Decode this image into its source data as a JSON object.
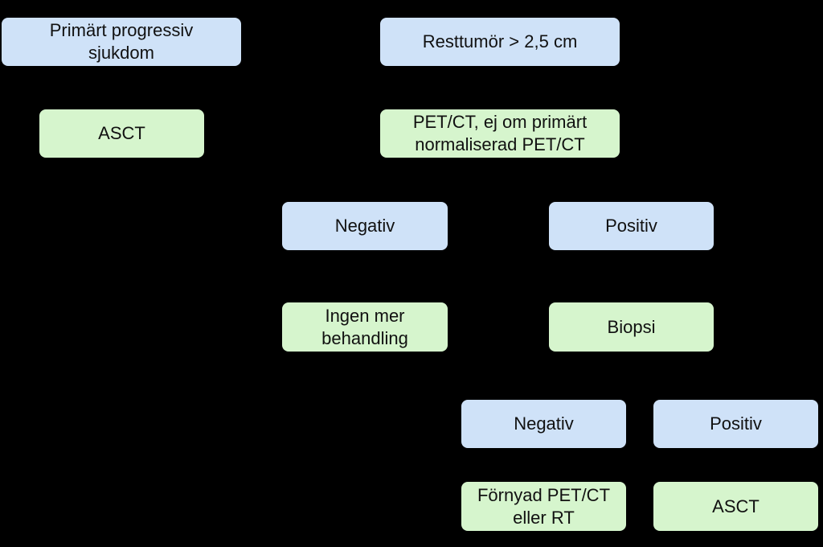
{
  "colors": {
    "background": "#000000",
    "condition_box": "#cfe2f8",
    "action_box": "#d6f5cd",
    "text": "#111111"
  },
  "nodes": {
    "primart": "Primärt progressiv\nsjukdom",
    "resttumor": "Resttumör > 2,5 cm",
    "asct_left": "ASCT",
    "petct": "PET/CT, ej om primärt\nnormaliserad PET/CT",
    "negativ_1": "Negativ",
    "positiv_1": "Positiv",
    "ingen": "Ingen mer\nbehandling",
    "biopsi": "Biopsi",
    "negativ_2": "Negativ",
    "positiv_2": "Positiv",
    "fornyad": "Förnyad PET/CT\neller RT",
    "asct_right": "ASCT"
  }
}
